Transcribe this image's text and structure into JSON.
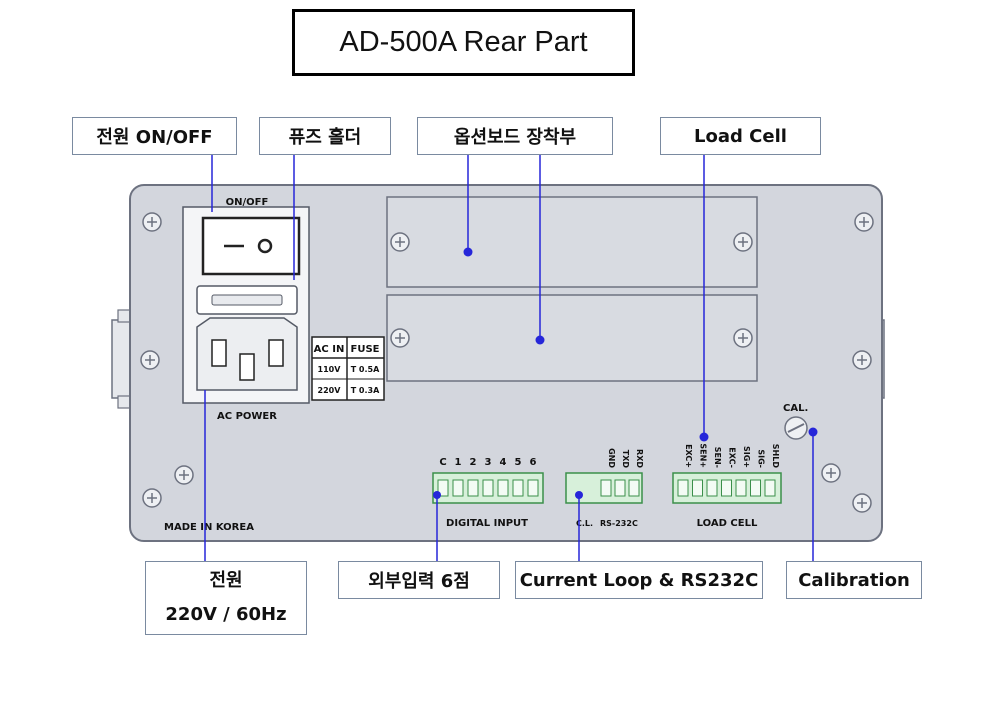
{
  "title": "AD-500A  Rear Part",
  "callouts": {
    "power_switch": "전원 ON/OFF",
    "fuse_holder": "퓨즈 홀더",
    "option_board": "옵션보드 장착부",
    "load_cell": "Load Cell",
    "power": {
      "line1": "전원",
      "line2": "220V / 60Hz"
    },
    "external_input": "외부입력 6점",
    "current_loop": "Current Loop & RS232C",
    "calibration": "Calibration"
  },
  "panel": {
    "on_off_label": "ON/OFF",
    "ac_power_label": "AC POWER",
    "made_in": "MADE IN KOREA",
    "cal_label": "CAL.",
    "fuse_table": {
      "headers": [
        "AC IN",
        "FUSE"
      ],
      "rows": [
        [
          "110V",
          "T 0.5A"
        ],
        [
          "220V",
          "T 0.3A"
        ]
      ]
    },
    "digital_input": {
      "label": "DIGITAL INPUT",
      "pins": [
        "C",
        "1",
        "2",
        "3",
        "4",
        "5",
        "6"
      ]
    },
    "rs232c": {
      "label_cl": "C.L.",
      "label_rs": "RS-232C",
      "pins": [
        "GND",
        "TXD",
        "RXD"
      ]
    },
    "load_cell": {
      "label": "LOAD CELL",
      "pins": [
        "EXC+",
        "SEN+",
        "SEN-",
        "EXC-",
        "SIG+",
        "SIG-",
        "SHLD"
      ]
    }
  },
  "colors": {
    "panel_fill": "#d3d6dd",
    "panel_stroke": "#6d7280",
    "leader_line": "#2626d9",
    "callout_border": "#7a8aa0"
  }
}
